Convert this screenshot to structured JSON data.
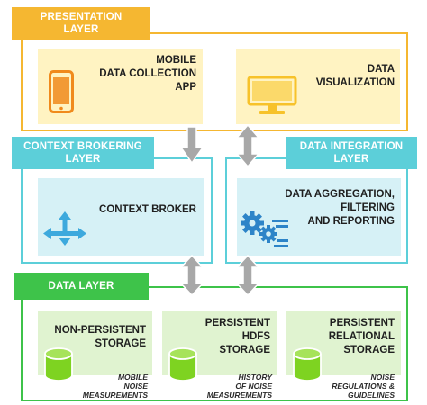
{
  "presentation_layer": {
    "title": "PRESENTATION\nLAYER",
    "mobile_app": "MOBILE\nDATA COLLECTION\nAPP",
    "visualization": "DATA\nVISUALIZATION"
  },
  "context_layer": {
    "title": "CONTEXT BROKERING\nLAYER",
    "broker": "CONTEXT BROKER"
  },
  "integration_layer": {
    "title": "DATA INTEGRATION\nLAYER",
    "aggregation": "DATA AGGREGATION,\nFILTERING\nAND REPORTING"
  },
  "data_layer": {
    "title": "DATA LAYER",
    "non_persistent": "NON-PERSISTENT\nSTORAGE",
    "non_persistent_caption": "MOBILE\nNOISE\nMEASUREMENTS",
    "hdfs": "PERSISTENT\nHDFS\nSTORAGE",
    "hdfs_caption": "HISTORY\nOF NOISE\nMEASUREMENTS",
    "relational": "PERSISTENT\nRELATIONAL\nSTORAGE",
    "relational_caption": "NOISE\nREGULATIONS &\nGUIDELINES"
  },
  "colors": {
    "presentation": "#f5b731",
    "presentation_fill": "#fff3c2",
    "context": "#5ccfd9",
    "context_fill": "#d6f1f6",
    "data": "#3ec34a",
    "data_fill": "#e0f3d0",
    "arrow": "#a8a8a8",
    "phone": "#f08a1c",
    "monitor": "#f7c22a",
    "cylinder": "#7ed321",
    "gear": "#2d84c8"
  },
  "icons": {
    "phone": "smartphone-icon",
    "monitor": "monitor-icon",
    "broker": "four-way-arrow-icon",
    "aggregation": "gears-icon",
    "storage": "database-cylinder-icon",
    "flow": "double-arrow-icon"
  }
}
